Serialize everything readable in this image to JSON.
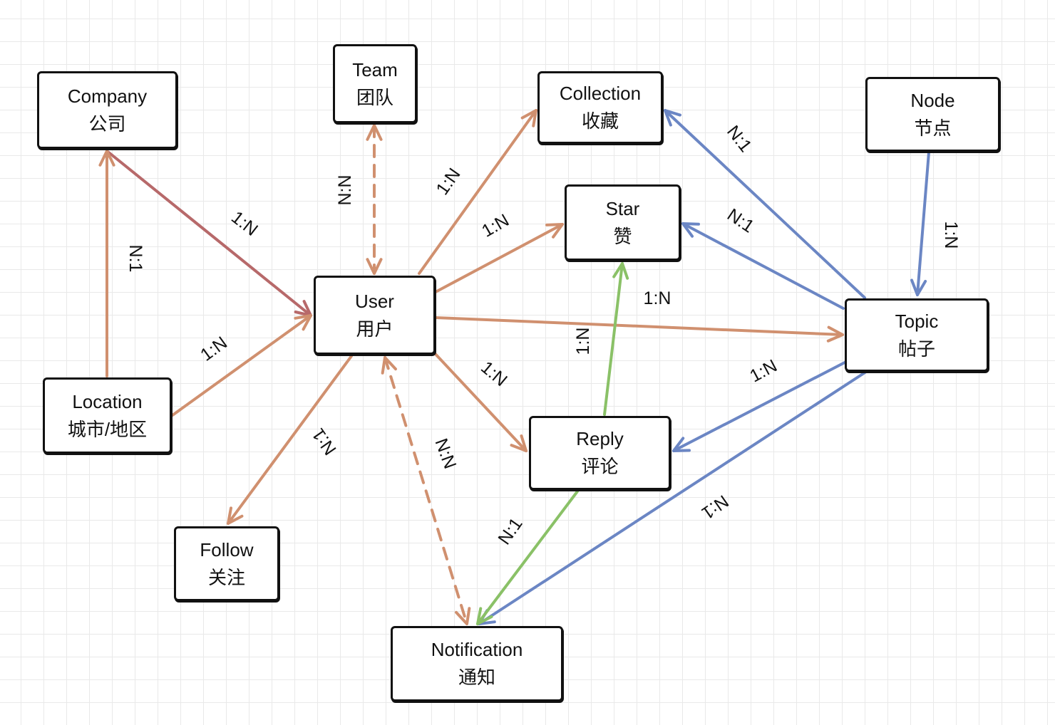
{
  "nodes": {
    "company": {
      "en": "Company",
      "zh": "公司"
    },
    "team": {
      "en": "Team",
      "zh": "团队"
    },
    "collection": {
      "en": "Collection",
      "zh": "收藏"
    },
    "node": {
      "en": "Node",
      "zh": "节点"
    },
    "star": {
      "en": "Star",
      "zh": "赞"
    },
    "user": {
      "en": "User",
      "zh": "用户"
    },
    "topic": {
      "en": "Topic",
      "zh": "帖子"
    },
    "location": {
      "en": "Location",
      "zh": "城市/地区"
    },
    "reply": {
      "en": "Reply",
      "zh": "评论"
    },
    "follow": {
      "en": "Follow",
      "zh": "关注"
    },
    "notification": {
      "en": "Notification",
      "zh": "通知"
    }
  },
  "edges": {
    "company_user": {
      "label": "1:N",
      "color": "#b7696a"
    },
    "location_company": {
      "label": "N:1",
      "color": "#d0906f"
    },
    "location_user": {
      "label": "1:N",
      "color": "#d0906f"
    },
    "team_user": {
      "label": "N:N",
      "color": "#d0906f"
    },
    "user_collection": {
      "label": "1:N",
      "color": "#d0906f"
    },
    "user_star": {
      "label": "1:N",
      "color": "#d0906f"
    },
    "user_topic": {
      "label": "1:N",
      "color": "#d0906f"
    },
    "user_reply": {
      "label": "1:N",
      "color": "#d0906f"
    },
    "user_follow": {
      "label": "N:1",
      "color": "#d0906f"
    },
    "user_notification": {
      "label": "N:N",
      "color": "#d0906f"
    },
    "topic_collection": {
      "label": "N:1",
      "color": "#6b86c4"
    },
    "topic_star": {
      "label": "N:1",
      "color": "#6b86c4"
    },
    "node_topic": {
      "label": "1:N",
      "color": "#6b86c4"
    },
    "topic_reply": {
      "label": "1:N",
      "color": "#6b86c4"
    },
    "topic_notification": {
      "label": "N:1",
      "color": "#6b86c4"
    },
    "reply_star": {
      "label": "1:N",
      "color": "#8ac167"
    },
    "reply_notification": {
      "label": "N:1",
      "color": "#8ac167"
    }
  }
}
